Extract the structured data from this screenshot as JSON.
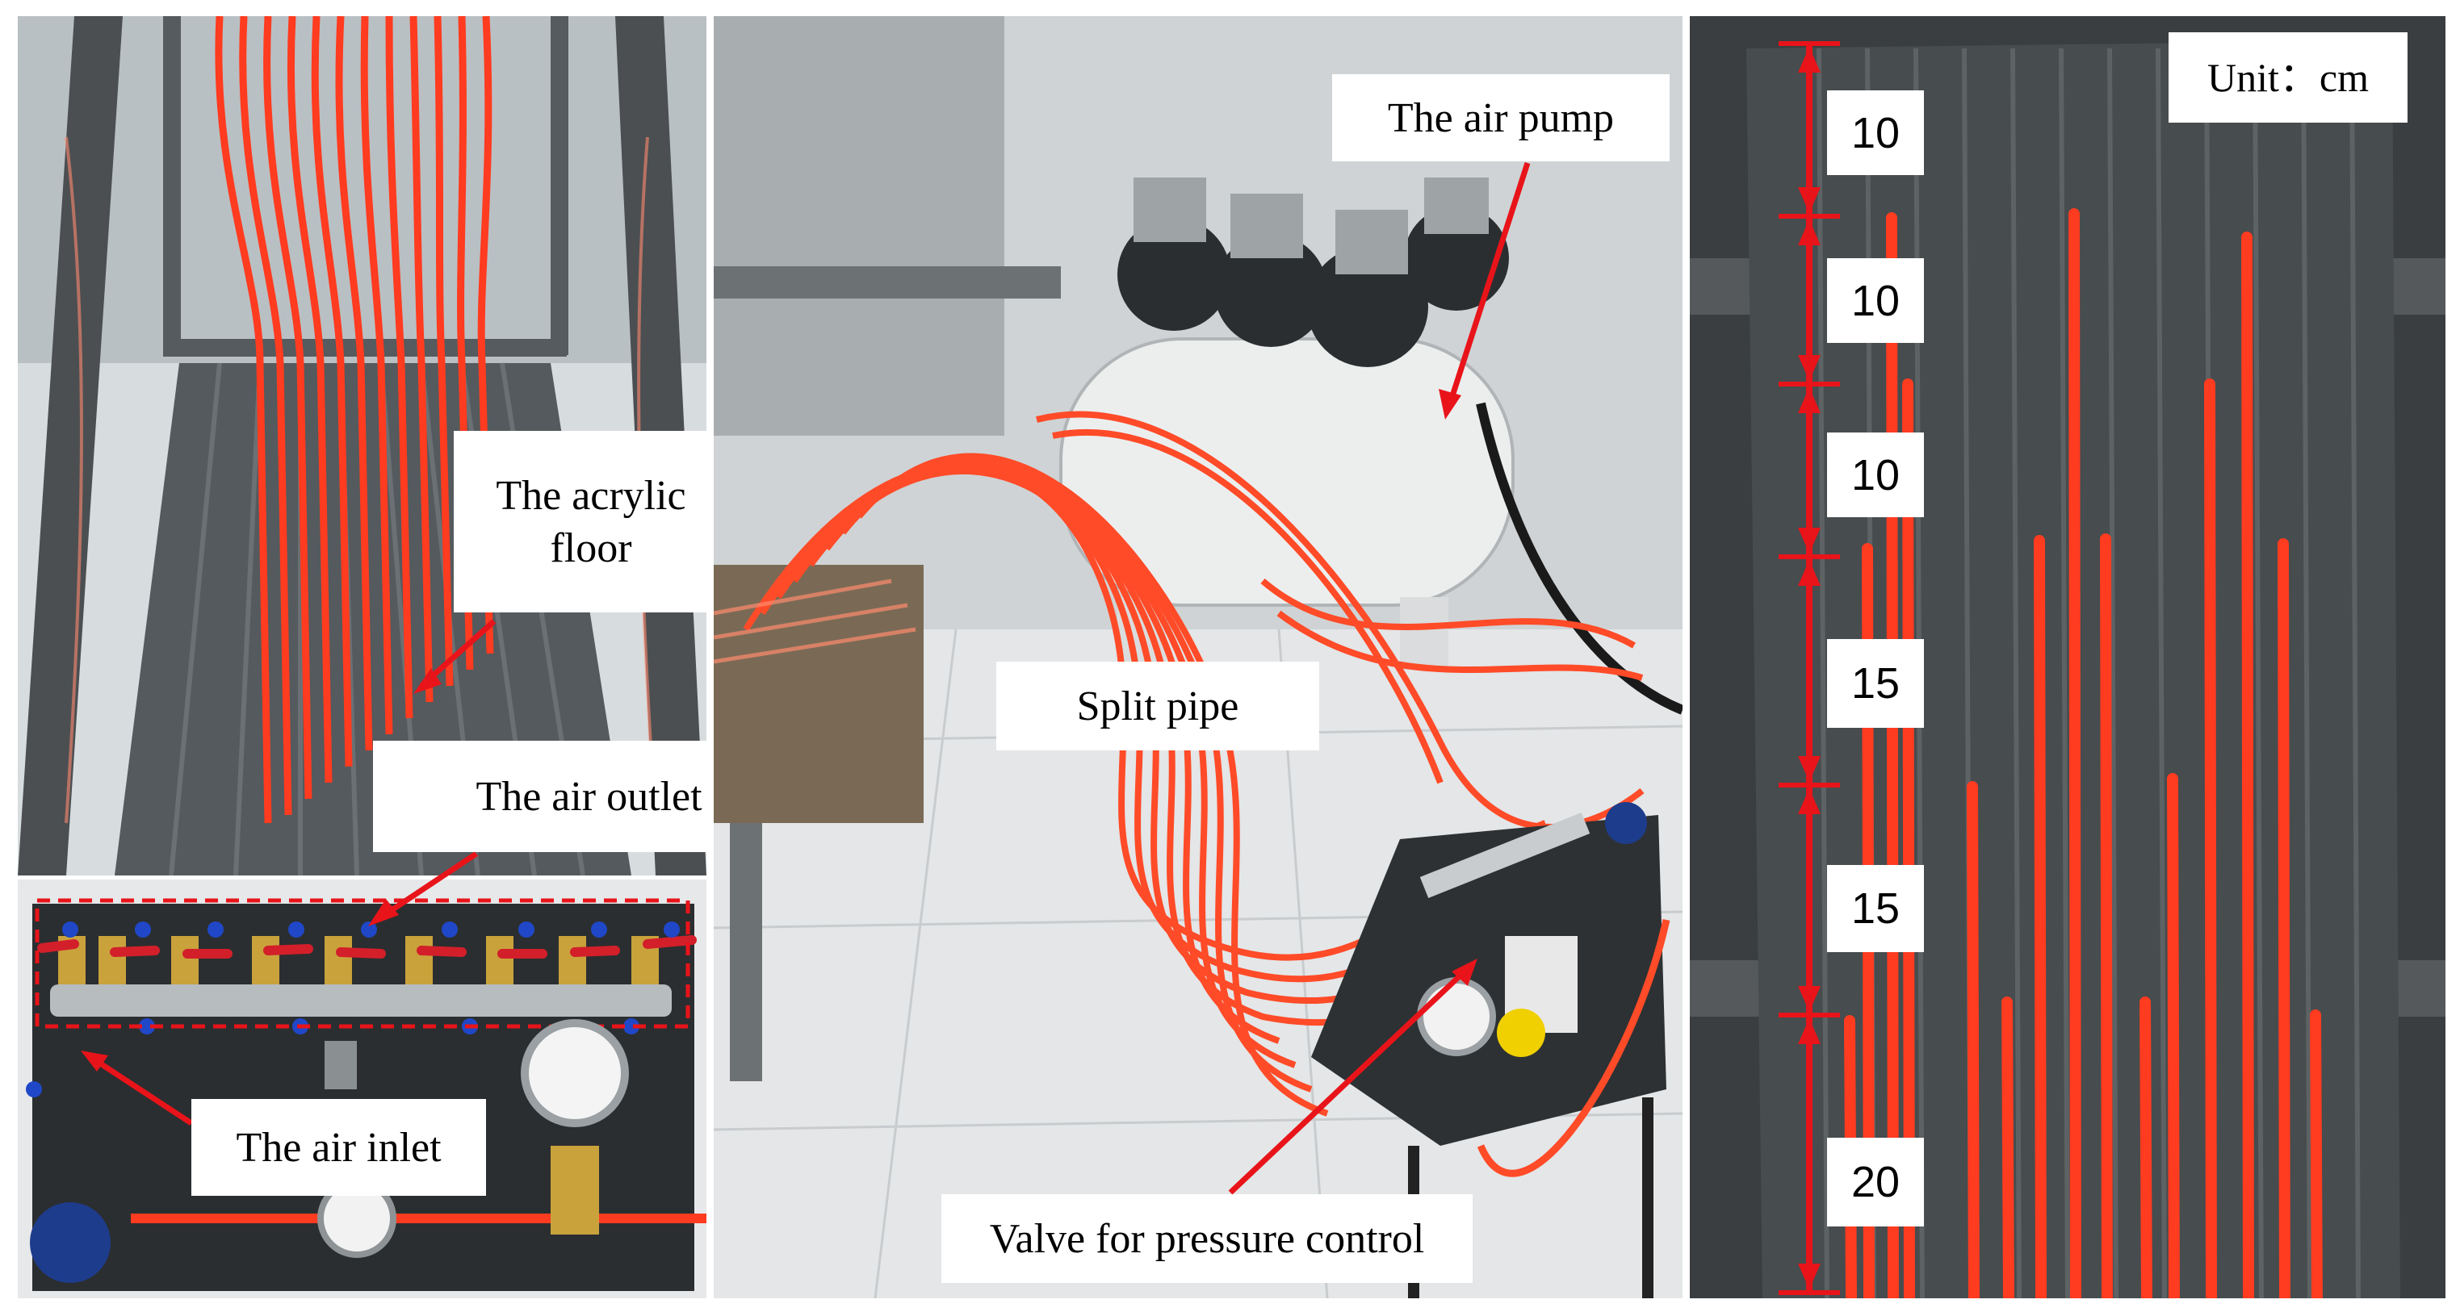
{
  "labels": {
    "acrylic_floor": "The acrylic\nfloor",
    "air_outlet": "The air outlet",
    "air_inlet": "The air inlet",
    "air_pump": "The air pump",
    "split_pipe": "Split pipe",
    "pressure_valve": "Valve for pressure control"
  },
  "dimension_panel": {
    "unit": "Unit：cm",
    "segments": [
      "10",
      "10",
      "10",
      "15",
      "15",
      "20"
    ]
  },
  "colors": {
    "tube": "#ff3b20",
    "arrow": "#e8141a",
    "board": "#3b3f41",
    "floor_bg": "#e9ebec"
  }
}
